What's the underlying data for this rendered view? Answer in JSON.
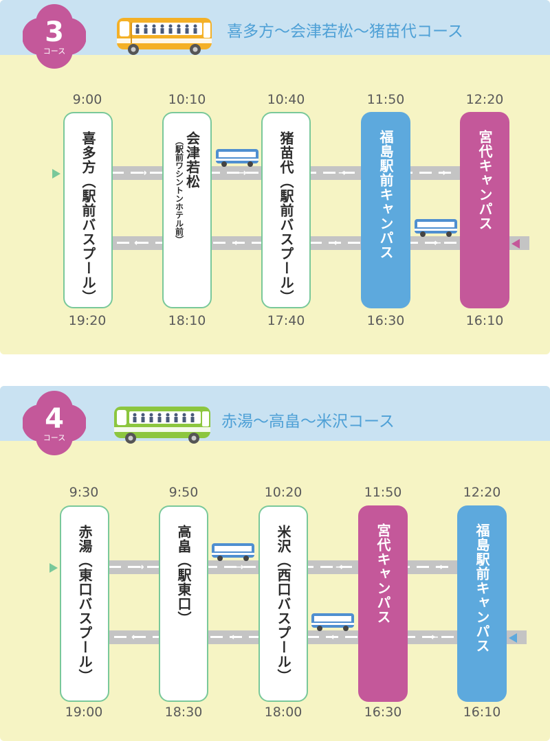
{
  "colors": {
    "section_bg": "#f6f4c4",
    "header_bg": "#c9e2f2",
    "badge": "#c4589a",
    "title": "#4ea0d6",
    "stop_border": "#79c89a",
    "stop_blue": "#5da9dd",
    "stop_pink": "#c4589a",
    "road": "#c4c4c4"
  },
  "courses": [
    {
      "badge_number": "3",
      "badge_label": "コース",
      "title": "喜多方～会津若松～猪苗代コース",
      "bus_color": "orange",
      "stops": [
        {
          "name": "喜多方（駅前バスプール）",
          "sub": "",
          "depart": "9:00",
          "return": "19:20",
          "style": "white"
        },
        {
          "name": "会津若松",
          "sub": "（駅前ワシントンホテル前）",
          "depart": "10:10",
          "return": "18:10",
          "style": "white"
        },
        {
          "name": "猪苗代（駅前バスプール）",
          "sub": "",
          "depart": "10:40",
          "return": "17:40",
          "style": "white"
        },
        {
          "name": "福島駅前キャンパス",
          "sub": "",
          "depart": "11:50",
          "return": "16:30",
          "style": "blue"
        },
        {
          "name": "宮代キャンパス",
          "sub": "",
          "depart": "12:20",
          "return": "16:10",
          "style": "pink"
        }
      ]
    },
    {
      "badge_number": "4",
      "badge_label": "コース",
      "title": "赤湯～高畠～米沢コース",
      "bus_color": "green",
      "stops": [
        {
          "name": "赤湯（東口バスプール）",
          "sub": "",
          "depart": "9:30",
          "return": "19:00",
          "style": "white"
        },
        {
          "name": "高畠（駅東口）",
          "sub": "",
          "depart": "9:50",
          "return": "18:30",
          "style": "white"
        },
        {
          "name": "米沢（西口バスプール）",
          "sub": "",
          "depart": "10:20",
          "return": "18:00",
          "style": "white"
        },
        {
          "name": "宮代キャンパス",
          "sub": "",
          "depart": "11:50",
          "return": "16:30",
          "style": "pink"
        },
        {
          "name": "福島駅前キャンパス",
          "sub": "",
          "depart": "12:20",
          "return": "16:10",
          "style": "blue"
        }
      ]
    }
  ]
}
